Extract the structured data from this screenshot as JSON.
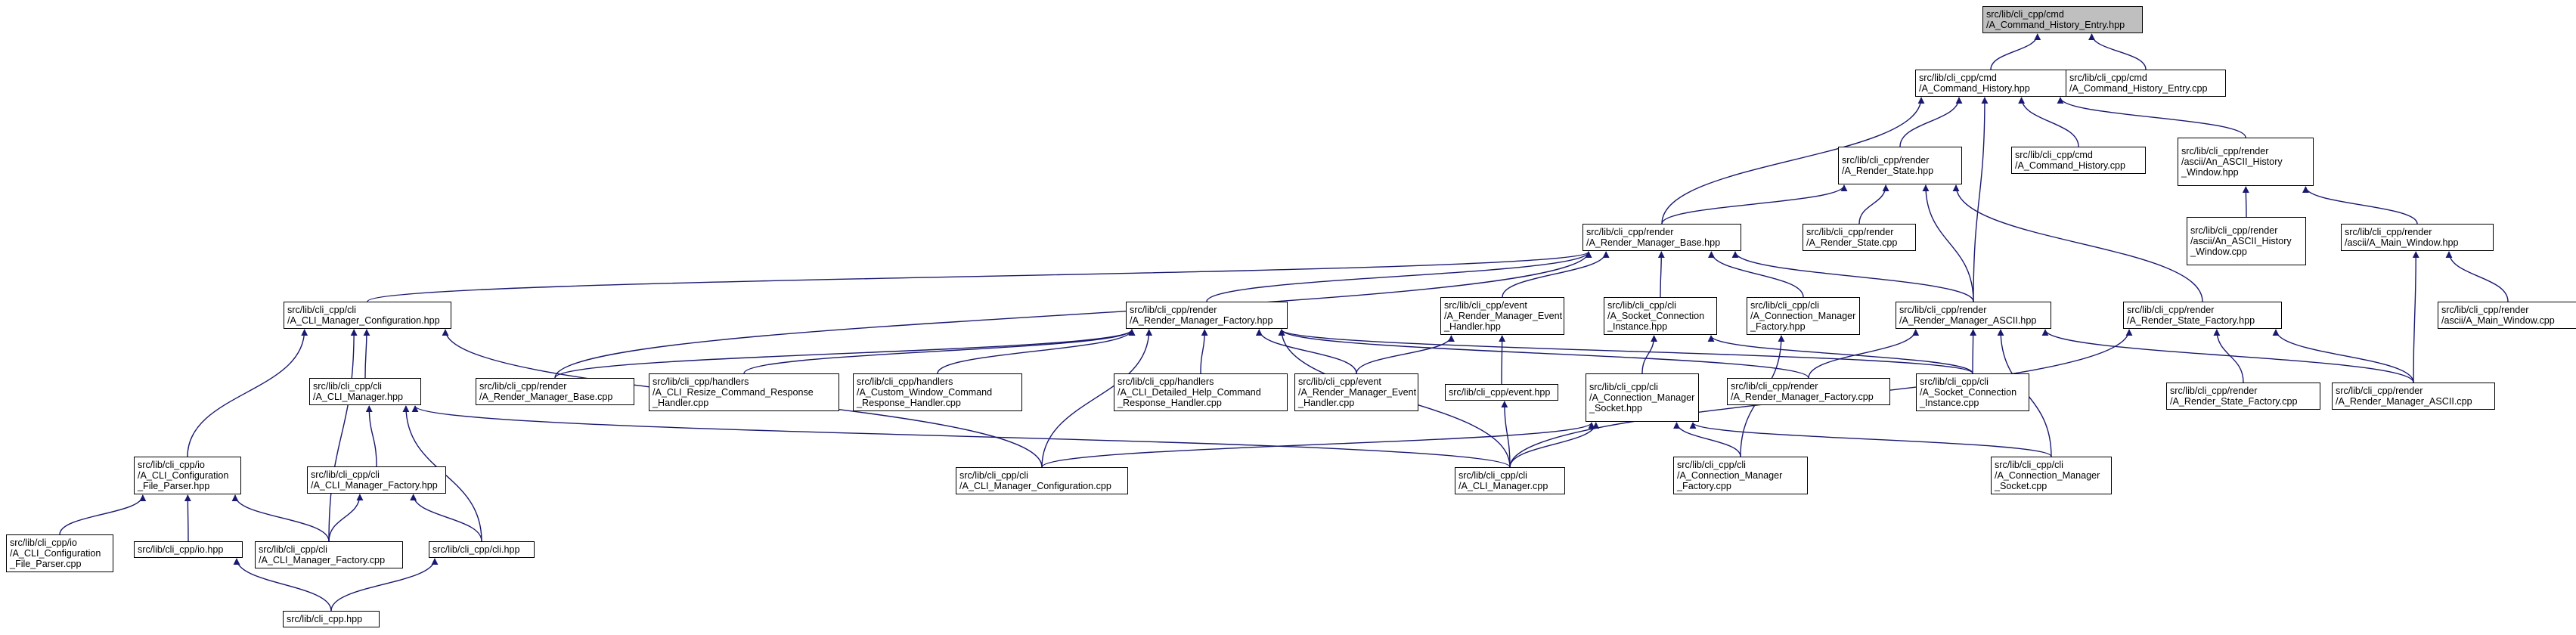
{
  "graph": {
    "nodes": [
      {
        "id": "cmd_entry_hpp",
        "lines": [
          "src/lib/cli_cpp/cmd",
          "/A_Command_History_Entry.hpp"
        ],
        "root": true
      },
      {
        "id": "cmd_hist_hpp",
        "lines": [
          "src/lib/cli_cpp/cmd",
          "/A_Command_History.hpp"
        ]
      },
      {
        "id": "cmd_entry_cpp",
        "lines": [
          "src/lib/cli_cpp/cmd",
          "/A_Command_History_Entry.cpp"
        ]
      },
      {
        "id": "render_state_hpp",
        "lines": [
          "src/lib/cli_cpp/render",
          "/A_Render_State.hpp"
        ]
      },
      {
        "id": "cmd_hist_cpp",
        "lines": [
          "src/lib/cli_cpp/cmd",
          "/A_Command_History.cpp"
        ]
      },
      {
        "id": "ascii_hist_win_hpp",
        "lines": [
          "src/lib/cli_cpp/render",
          "/ascii/An_ASCII_History",
          "_Window.hpp"
        ]
      },
      {
        "id": "rm_base_hpp",
        "lines": [
          "src/lib/cli_cpp/render",
          "/A_Render_Manager_Base.hpp"
        ]
      },
      {
        "id": "render_state_cpp",
        "lines": [
          "src/lib/cli_cpp/render",
          "/A_Render_State.cpp"
        ]
      },
      {
        "id": "ascii_hist_win_cpp",
        "lines": [
          "src/lib/cli_cpp/render",
          "/ascii/An_ASCII_History",
          "_Window.cpp"
        ]
      },
      {
        "id": "ascii_main_win_hpp",
        "lines": [
          "src/lib/cli_cpp/render",
          "/ascii/A_Main_Window.hpp"
        ]
      },
      {
        "id": "cli_mgr_cfg_hpp",
        "lines": [
          "src/lib/cli_cpp/cli",
          "/A_CLI_Manager_Configuration.hpp"
        ]
      },
      {
        "id": "rm_factory_hpp",
        "lines": [
          "src/lib/cli_cpp/render",
          "/A_Render_Manager_Factory.hpp"
        ]
      },
      {
        "id": "rm_event_handler_hpp",
        "lines": [
          "src/lib/cli_cpp/event",
          "/A_Render_Manager_Event",
          "_Handler.hpp"
        ]
      },
      {
        "id": "socket_conn_inst_hpp",
        "lines": [
          "src/lib/cli_cpp/cli",
          "/A_Socket_Connection",
          "_Instance.hpp"
        ]
      },
      {
        "id": "conn_mgr_factory_hpp",
        "lines": [
          "src/lib/cli_cpp/cli",
          "/A_Connection_Manager",
          "_Factory.hpp"
        ]
      },
      {
        "id": "rm_ascii_hpp",
        "lines": [
          "src/lib/cli_cpp/render",
          "/A_Render_Manager_ASCII.hpp"
        ]
      },
      {
        "id": "rs_factory_hpp",
        "lines": [
          "src/lib/cli_cpp/render",
          "/A_Render_State_Factory.hpp"
        ]
      },
      {
        "id": "ascii_main_win_cpp",
        "lines": [
          "src/lib/cli_cpp/render",
          "/ascii/A_Main_Window.cpp"
        ]
      },
      {
        "id": "cli_mgr_hpp",
        "lines": [
          "src/lib/cli_cpp/cli",
          "/A_CLI_Manager.hpp"
        ]
      },
      {
        "id": "rm_base_cpp",
        "lines": [
          "src/lib/cli_cpp/render",
          "/A_Render_Manager_Base.cpp"
        ]
      },
      {
        "id": "resize_cmd_cpp",
        "lines": [
          "src/lib/cli_cpp/handlers",
          "/A_CLI_Resize_Command_Response",
          "_Handler.cpp"
        ]
      },
      {
        "id": "custom_win_cpp",
        "lines": [
          "src/lib/cli_cpp/handlers",
          "/A_Custom_Window_Command",
          "_Response_Handler.cpp"
        ]
      },
      {
        "id": "detailed_help_cpp",
        "lines": [
          "src/lib/cli_cpp/handlers",
          "/A_CLI_Detailed_Help_Command",
          "_Response_Handler.cpp"
        ]
      },
      {
        "id": "rm_event_handler_cpp",
        "lines": [
          "src/lib/cli_cpp/event",
          "/A_Render_Manager_Event",
          "_Handler.cpp"
        ]
      },
      {
        "id": "event_hpp",
        "lines": [
          "src/lib/cli_cpp/event.hpp"
        ]
      },
      {
        "id": "conn_mgr_socket_hpp",
        "lines": [
          "src/lib/cli_cpp/cli",
          "/A_Connection_Manager",
          "_Socket.hpp"
        ]
      },
      {
        "id": "rm_factory_cpp",
        "lines": [
          "src/lib/cli_cpp/render",
          "/A_Render_Manager_Factory.cpp"
        ]
      },
      {
        "id": "socket_conn_inst_cpp",
        "lines": [
          "src/lib/cli_cpp/cli",
          "/A_Socket_Connection",
          "_Instance.cpp"
        ]
      },
      {
        "id": "rs_factory_cpp",
        "lines": [
          "src/lib/cli_cpp/render",
          "/A_Render_State_Factory.cpp"
        ]
      },
      {
        "id": "rm_ascii_cpp",
        "lines": [
          "src/lib/cli_cpp/render",
          "/A_Render_Manager_ASCII.cpp"
        ]
      },
      {
        "id": "cfg_parser_hpp",
        "lines": [
          "src/lib/cli_cpp/io",
          "/A_CLI_Configuration",
          "_File_Parser.hpp"
        ]
      },
      {
        "id": "cli_mgr_factory_hpp",
        "lines": [
          "src/lib/cli_cpp/cli",
          "/A_CLI_Manager_Factory.hpp"
        ]
      },
      {
        "id": "cli_mgr_cfg_cpp",
        "lines": [
          "src/lib/cli_cpp/cli",
          "/A_CLI_Manager_Configuration.cpp"
        ]
      },
      {
        "id": "cli_mgr_cpp",
        "lines": [
          "src/lib/cli_cpp/cli",
          "/A_CLI_Manager.cpp"
        ]
      },
      {
        "id": "conn_mgr_factory_cpp",
        "lines": [
          "src/lib/cli_cpp/cli",
          "/A_Connection_Manager",
          "_Factory.cpp"
        ]
      },
      {
        "id": "conn_mgr_socket_cpp",
        "lines": [
          "src/lib/cli_cpp/cli",
          "/A_Connection_Manager",
          "_Socket.cpp"
        ]
      },
      {
        "id": "cfg_parser_cpp",
        "lines": [
          "src/lib/cli_cpp/io",
          "/A_CLI_Configuration",
          "_File_Parser.cpp"
        ]
      },
      {
        "id": "io_hpp",
        "lines": [
          "src/lib/cli_cpp/io.hpp"
        ]
      },
      {
        "id": "cli_mgr_factory_cpp",
        "lines": [
          "src/lib/cli_cpp/cli",
          "/A_CLI_Manager_Factory.cpp"
        ]
      },
      {
        "id": "cli_hpp",
        "lines": [
          "src/lib/cli_cpp/cli.hpp"
        ]
      },
      {
        "id": "cli_cpp_hpp",
        "lines": [
          "src/lib/cli_cpp.hpp"
        ]
      }
    ],
    "edges": [
      [
        "cmd_hist_hpp",
        "cmd_entry_hpp"
      ],
      [
        "cmd_entry_cpp",
        "cmd_entry_hpp"
      ],
      [
        "render_state_hpp",
        "cmd_hist_hpp"
      ],
      [
        "cmd_hist_cpp",
        "cmd_hist_hpp"
      ],
      [
        "ascii_hist_win_hpp",
        "cmd_hist_hpp"
      ],
      [
        "rm_base_hpp",
        "cmd_hist_hpp"
      ],
      [
        "rm_ascii_hpp",
        "cmd_hist_hpp"
      ],
      [
        "rm_base_hpp",
        "render_state_hpp"
      ],
      [
        "render_state_cpp",
        "render_state_hpp"
      ],
      [
        "rm_ascii_hpp",
        "render_state_hpp"
      ],
      [
        "rs_factory_hpp",
        "render_state_hpp"
      ],
      [
        "ascii_hist_win_cpp",
        "ascii_hist_win_hpp"
      ],
      [
        "ascii_main_win_hpp",
        "ascii_hist_win_hpp"
      ],
      [
        "ascii_main_win_cpp",
        "ascii_main_win_hpp"
      ],
      [
        "rm_ascii_cpp",
        "ascii_main_win_hpp"
      ],
      [
        "cli_mgr_cfg_hpp",
        "rm_base_hpp"
      ],
      [
        "rm_factory_hpp",
        "rm_base_hpp"
      ],
      [
        "rm_event_handler_hpp",
        "rm_base_hpp"
      ],
      [
        "socket_conn_inst_hpp",
        "rm_base_hpp"
      ],
      [
        "conn_mgr_factory_hpp",
        "rm_base_hpp"
      ],
      [
        "rm_ascii_hpp",
        "rm_base_hpp"
      ],
      [
        "rm_base_cpp",
        "rm_base_hpp"
      ],
      [
        "cli_mgr_hpp",
        "cli_mgr_cfg_hpp"
      ],
      [
        "cfg_parser_hpp",
        "cli_mgr_cfg_hpp"
      ],
      [
        "cli_mgr_cfg_cpp",
        "cli_mgr_cfg_hpp"
      ],
      [
        "cli_mgr_factory_cpp",
        "cli_mgr_cfg_hpp"
      ],
      [
        "rm_base_cpp",
        "rm_factory_hpp"
      ],
      [
        "resize_cmd_cpp",
        "rm_factory_hpp"
      ],
      [
        "custom_win_cpp",
        "rm_factory_hpp"
      ],
      [
        "detailed_help_cpp",
        "rm_factory_hpp"
      ],
      [
        "rm_event_handler_cpp",
        "rm_factory_hpp"
      ],
      [
        "rm_factory_cpp",
        "rm_factory_hpp"
      ],
      [
        "cli_mgr_cfg_cpp",
        "rm_factory_hpp"
      ],
      [
        "cli_mgr_cpp",
        "rm_factory_hpp"
      ],
      [
        "socket_conn_inst_cpp",
        "rm_factory_hpp"
      ],
      [
        "rm_event_handler_cpp",
        "rm_event_handler_hpp"
      ],
      [
        "event_hpp",
        "rm_event_handler_hpp"
      ],
      [
        "conn_mgr_socket_hpp",
        "socket_conn_inst_hpp"
      ],
      [
        "socket_conn_inst_cpp",
        "socket_conn_inst_hpp"
      ],
      [
        "conn_mgr_factory_cpp",
        "conn_mgr_factory_hpp"
      ],
      [
        "rm_factory_cpp",
        "rm_ascii_hpp"
      ],
      [
        "socket_conn_inst_cpp",
        "rm_ascii_hpp"
      ],
      [
        "conn_mgr_socket_cpp",
        "rm_ascii_hpp"
      ],
      [
        "rm_ascii_cpp",
        "rm_ascii_hpp"
      ],
      [
        "rs_factory_cpp",
        "rs_factory_hpp"
      ],
      [
        "rm_ascii_cpp",
        "rs_factory_hpp"
      ],
      [
        "cli_mgr_cpp",
        "rs_factory_hpp"
      ],
      [
        "cli_mgr_factory_hpp",
        "cli_mgr_hpp"
      ],
      [
        "cli_mgr_cpp",
        "cli_mgr_hpp"
      ],
      [
        "cli_hpp",
        "cli_mgr_hpp"
      ],
      [
        "cli_mgr_cpp",
        "event_hpp"
      ],
      [
        "cli_mgr_cfg_cpp",
        "conn_mgr_socket_hpp"
      ],
      [
        "cli_mgr_cpp",
        "conn_mgr_socket_hpp"
      ],
      [
        "conn_mgr_factory_cpp",
        "conn_mgr_socket_hpp"
      ],
      [
        "conn_mgr_socket_cpp",
        "conn_mgr_socket_hpp"
      ],
      [
        "cfg_parser_cpp",
        "cfg_parser_hpp"
      ],
      [
        "io_hpp",
        "cfg_parser_hpp"
      ],
      [
        "cli_mgr_factory_cpp",
        "cfg_parser_hpp"
      ],
      [
        "cli_mgr_factory_cpp",
        "cli_mgr_factory_hpp"
      ],
      [
        "cli_hpp",
        "cli_mgr_factory_hpp"
      ],
      [
        "cli_cpp_hpp",
        "io_hpp"
      ],
      [
        "cli_cpp_hpp",
        "cli_hpp"
      ]
    ]
  }
}
